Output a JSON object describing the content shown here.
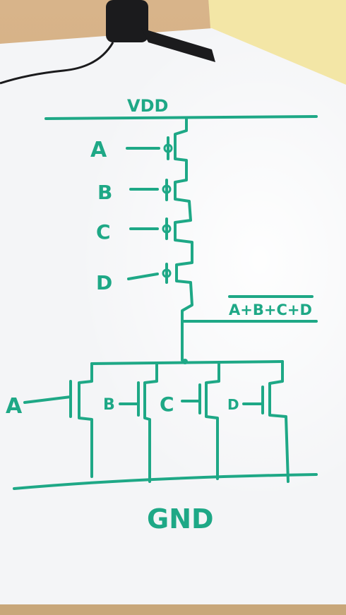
{
  "labels": {
    "vdd": "VDD",
    "output": "A+B+C+D",
    "gnd": "GND"
  },
  "pmos_inputs": [
    "A",
    "B",
    "C",
    "D"
  ],
  "nmos_inputs": [
    "A",
    "B",
    "C",
    "D"
  ],
  "colors": {
    "ink": "#1ea886",
    "board": "#f4f5f7",
    "desk": "#caa172",
    "sticky_note": "#f3e6a6"
  }
}
